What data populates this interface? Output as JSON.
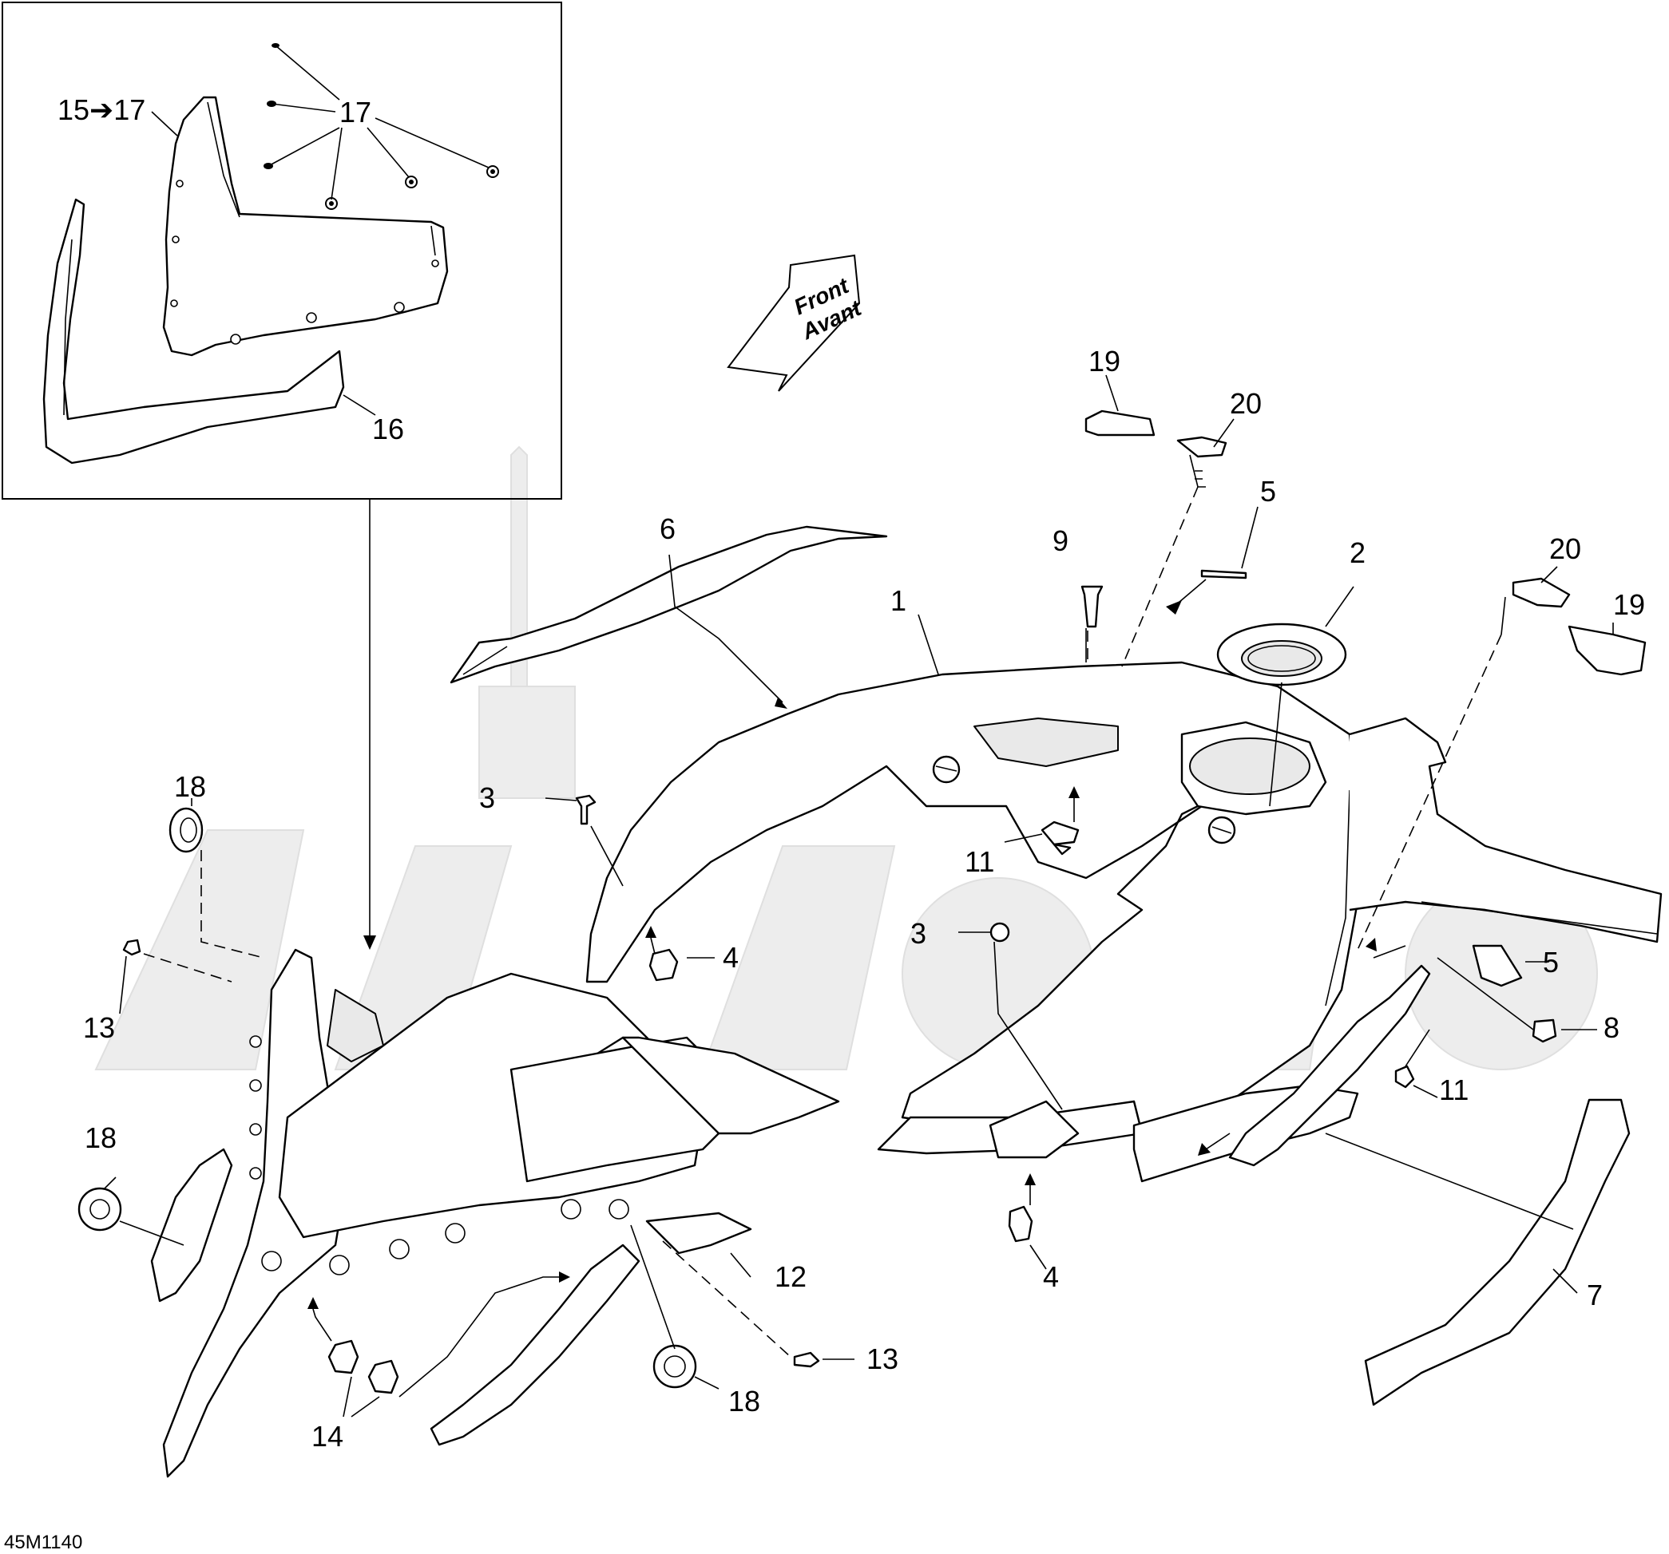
{
  "diagram_code": "45M1140",
  "direction_arrow": {
    "line1": "Front",
    "line2": "Avant"
  },
  "inset_labels": {
    "range_from": "15",
    "range_to": "17",
    "range_arrow": "➔",
    "label_17": "17",
    "label_16": "16"
  },
  "callouts": [
    {
      "id": "c19a",
      "text": "19"
    },
    {
      "id": "c20a",
      "text": "20"
    },
    {
      "id": "c5a",
      "text": "5"
    },
    {
      "id": "c2",
      "text": "2"
    },
    {
      "id": "c9",
      "text": "9"
    },
    {
      "id": "c6",
      "text": "6"
    },
    {
      "id": "c1",
      "text": "1"
    },
    {
      "id": "c20b",
      "text": "20"
    },
    {
      "id": "c19b",
      "text": "19"
    },
    {
      "id": "c3a",
      "text": "3"
    },
    {
      "id": "c11a",
      "text": "11"
    },
    {
      "id": "c18a",
      "text": "18"
    },
    {
      "id": "c4a",
      "text": "4"
    },
    {
      "id": "c3b",
      "text": "3"
    },
    {
      "id": "c5b",
      "text": "5"
    },
    {
      "id": "c8",
      "text": "8"
    },
    {
      "id": "c13a",
      "text": "13"
    },
    {
      "id": "c11b",
      "text": "11"
    },
    {
      "id": "c18b",
      "text": "18"
    },
    {
      "id": "c12",
      "text": "12"
    },
    {
      "id": "c4b",
      "text": "4"
    },
    {
      "id": "c7",
      "text": "7"
    },
    {
      "id": "c13b",
      "text": "13"
    },
    {
      "id": "c18c",
      "text": "18"
    },
    {
      "id": "c14",
      "text": "14"
    }
  ]
}
